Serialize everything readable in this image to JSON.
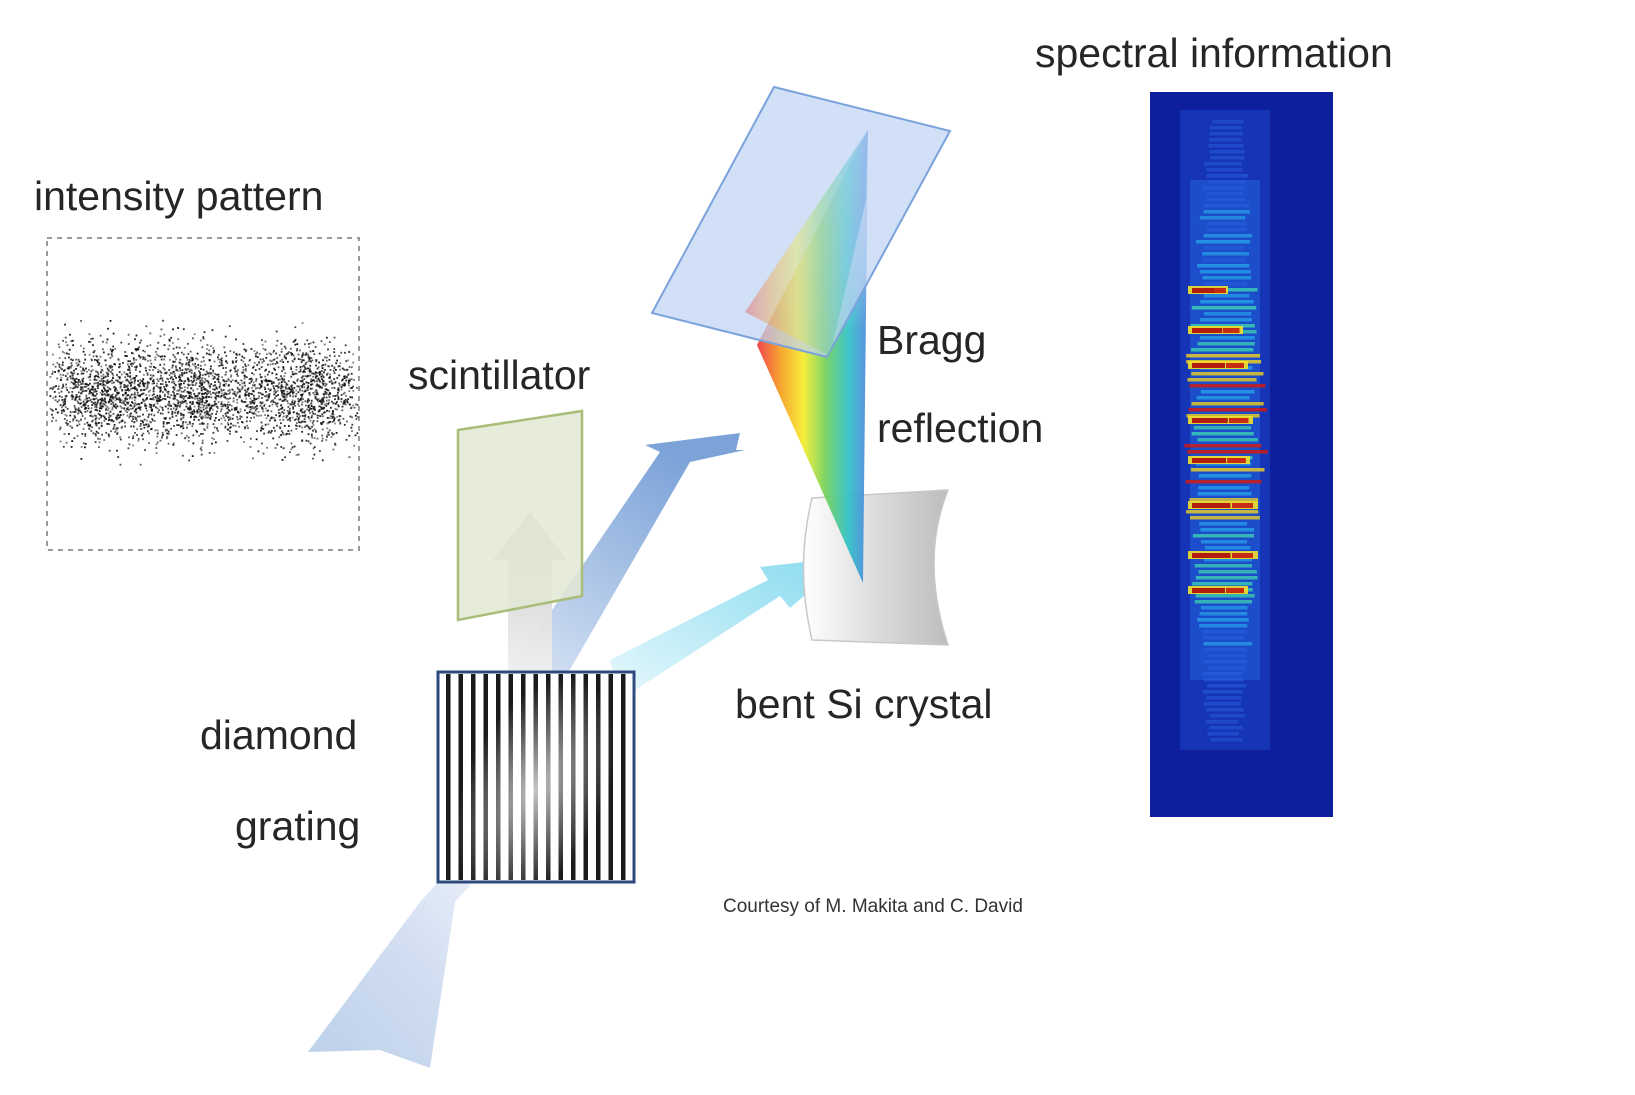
{
  "labels": {
    "intensity_pattern": "intensity pattern",
    "scintillator": "scintillator",
    "bragg_line1": "Bragg",
    "bragg_line2": "reflection",
    "diamond_line1": "diamond",
    "diamond_line2": "grating",
    "bent_crystal": "bent Si crystal",
    "spectral_information": "spectral information",
    "courtesy": "Courtesy of M. Makita and C. David"
  },
  "colors": {
    "beam": "#bcd0ea",
    "beam_cyan": "#9fe3f2",
    "scintillator_fill": "#e3e8d3",
    "scintillator_edge": "#a9bd79",
    "detector_fill": "#bdd3f2",
    "detector_edge": "#7aa2dc",
    "spectrum_bg": "#0d1f9c",
    "grating_frame": "#2e4a7e"
  }
}
